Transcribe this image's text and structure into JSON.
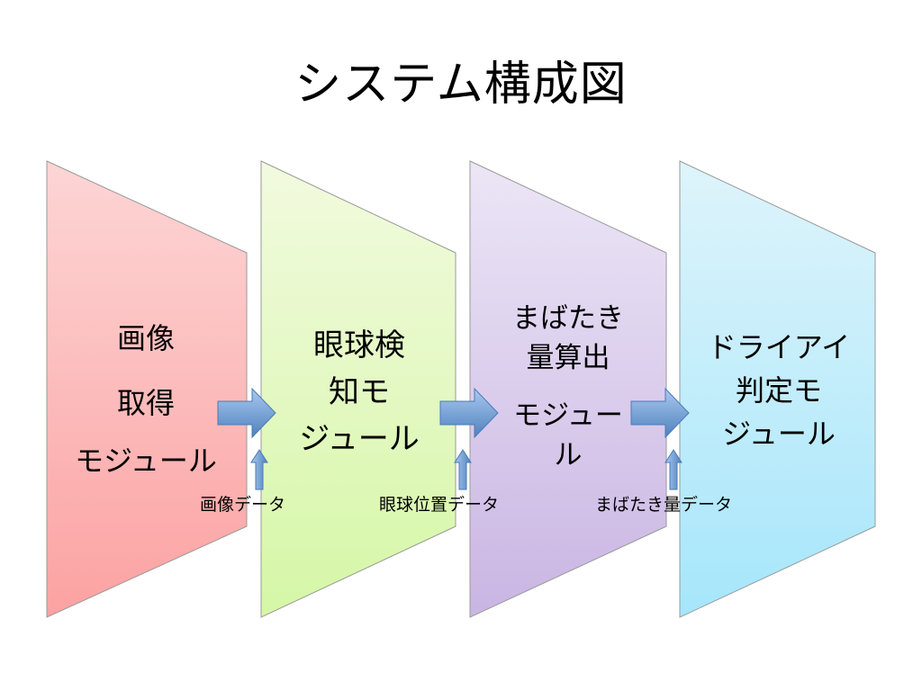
{
  "slide": {
    "title": "システム構成図"
  },
  "modules": [
    {
      "lines": [
        "画像",
        "取得",
        "モジュール"
      ],
      "color_top": "#fdd5d5",
      "color_bottom": "#fca2a2"
    },
    {
      "lines": [
        "眼球検",
        "知モ",
        "ジュール"
      ],
      "color_top": "#f2fadf",
      "color_bottom": "#d5f7a6"
    },
    {
      "lines": [
        "まばたき",
        "量算出",
        "モジュー",
        "ル"
      ],
      "color_top": "#ece6f6",
      "color_bottom": "#c9b5e3"
    },
    {
      "lines": [
        "ドライアイ",
        "判定モ",
        "ジュール"
      ],
      "color_top": "#def4fb",
      "color_bottom": "#a6e6fb"
    }
  ],
  "data_labels": [
    "画像データ",
    "眼球位置データ",
    "まばたき量データ"
  ],
  "colors": {
    "arrow_light": "#a9c9f0",
    "arrow_dark": "#4f81bd",
    "panel_stroke": "#9a9a9a"
  },
  "icons": {
    "flow_arrow": "right-arrow",
    "data_arrow": "up-arrow"
  }
}
